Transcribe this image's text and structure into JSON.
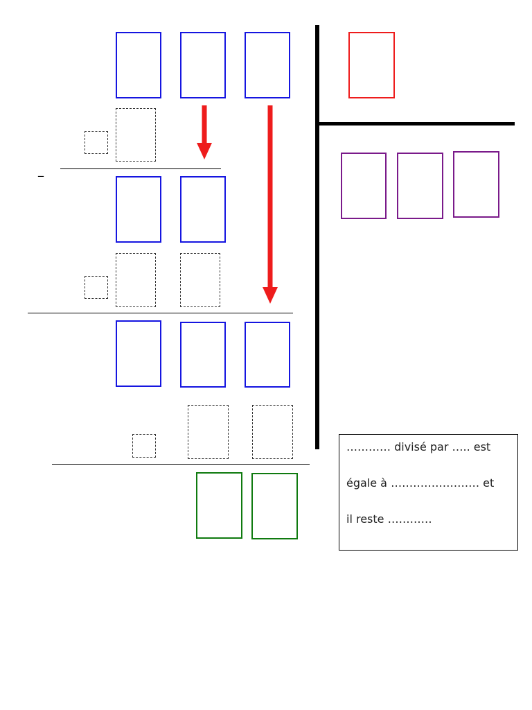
{
  "minus_sign": "_",
  "sentence": {
    "line1": "………… divisé par ….. est",
    "line2": "égale à …………………… et",
    "line3": "il reste …………"
  },
  "colors": {
    "dividend_digit_box": "#1515e0",
    "divisor_digit_box": "#ee1c1c",
    "quotient_digit_box": "#7a1a8a",
    "remainder_digit_box": "#0f7a0f",
    "arrow": "#ee1c1c",
    "division_bracket": "#000000"
  }
}
